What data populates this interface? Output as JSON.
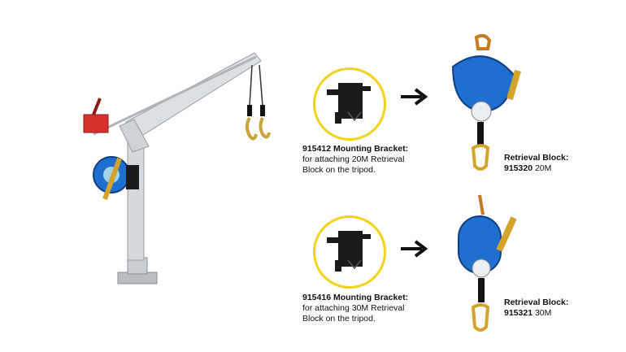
{
  "row1": {
    "bracket": {
      "code": "915412",
      "title": "Mounting Bracket:",
      "desc": "for attaching 20M Retrieval Block on the tripod."
    },
    "block": {
      "title": "Retrieval Block:",
      "code": "915320",
      "size": "20M"
    }
  },
  "row2": {
    "bracket": {
      "code": "915416",
      "title": "Mounting Bracket:",
      "desc": "for attaching 30M Retrieval Block on the tripod."
    },
    "block": {
      "title": "Retrieval Block:",
      "code": "915321",
      "size": "30M"
    }
  },
  "colors": {
    "highlight_ring": "#f2d21b",
    "device_blue": "#1f6fd1",
    "bracket_black": "#1b1b1b"
  },
  "icons": [
    "davit-arm-image",
    "mounting-bracket-image",
    "right-arrow-icon",
    "retrieval-block-image"
  ]
}
